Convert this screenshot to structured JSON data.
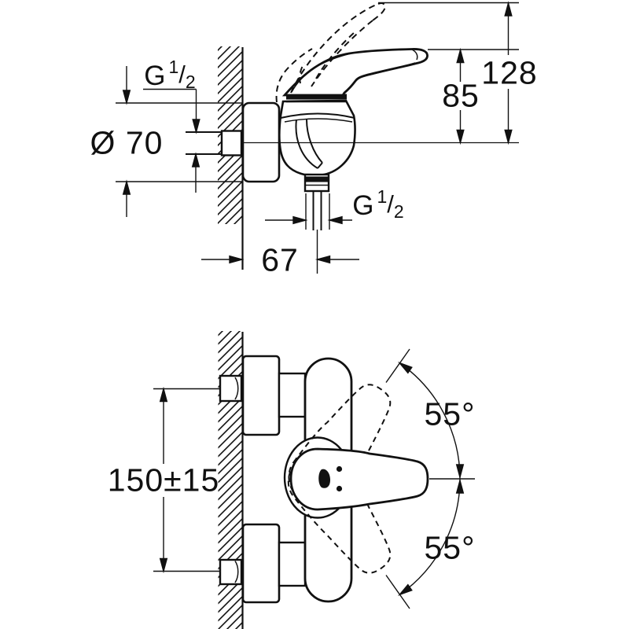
{
  "drawing": {
    "kind": "technical dimension drawing",
    "product": "wall-mounted single-lever shower mixer",
    "background": "#ffffff",
    "line_color": "#111111",
    "views": {
      "side_view": "upper view: side elevation with wall section",
      "front_view": "lower view: front elevation with lever swivel angles"
    },
    "labels": {
      "g_half_top": {
        "g": "G",
        "num": "1",
        "slash": "/",
        "den": "2"
      },
      "dia_70": "Ø 70",
      "h_85": "85",
      "h_128": "128",
      "g_half_bottom": {
        "g": "G",
        "num": "1",
        "slash": "/",
        "den": "2"
      },
      "offset_67": "67",
      "spacing_150": "150±15",
      "angle_upper": "55°",
      "angle_lower": "55°"
    }
  }
}
